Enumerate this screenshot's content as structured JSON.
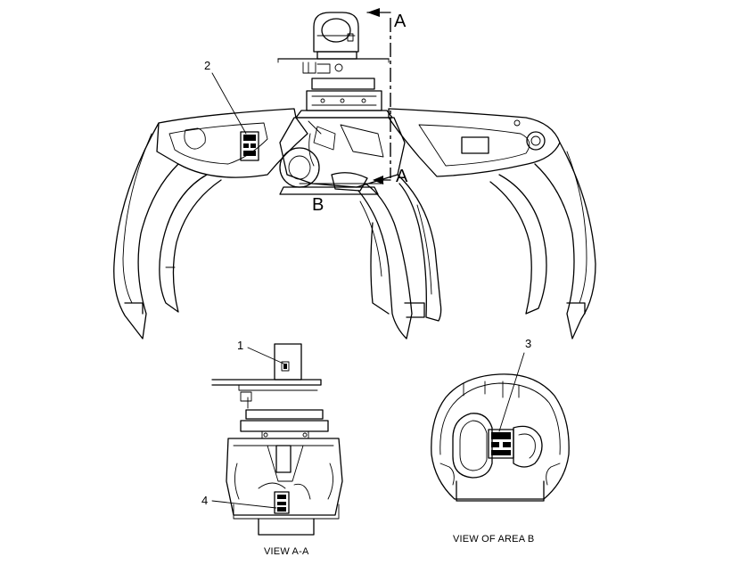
{
  "callouts": {
    "c1": "1",
    "c2": "2",
    "c3": "3",
    "c4": "4"
  },
  "section_markers": {
    "a_top": "A",
    "a_bottom": "A",
    "b": "B"
  },
  "captions": {
    "view_a_a": "VIEW A-A",
    "view_area_b": "VIEW OF AREA B"
  },
  "colors": {
    "line": "#000000",
    "background": "#ffffff"
  }
}
